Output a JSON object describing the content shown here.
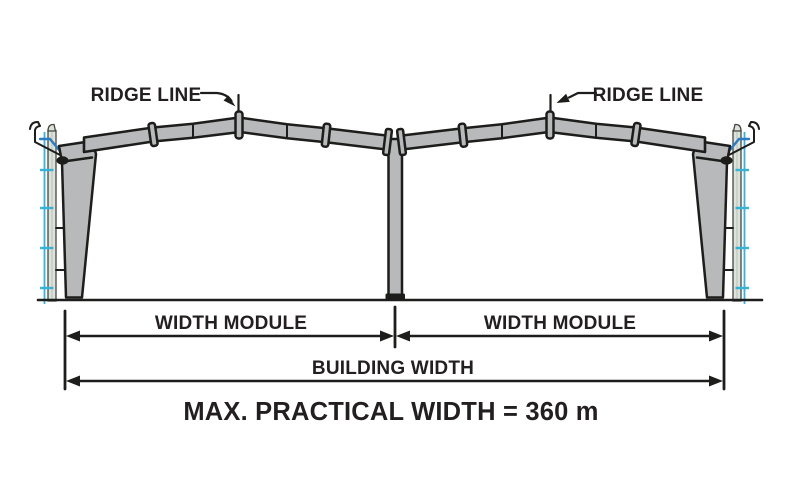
{
  "diagram": {
    "type": "pre-engineered-steel-building-cross-section",
    "labels": {
      "ridge_line_left": "RIDGE LINE",
      "ridge_line_right": "RIDGE LINE",
      "width_module_left": "WIDTH MODULE",
      "width_module_right": "WIDTH MODULE",
      "building_width": "BUILDING WIDTH",
      "max_practical_width": "MAX. PRACTICAL WIDTH = 360 m"
    },
    "values": {
      "max_practical_width_m": 360,
      "units": "m"
    },
    "colors": {
      "ink": "#1d1d1b",
      "steel_gray": "#b7b9ba",
      "sheeting_cyan": "#38b1d7",
      "brace_blue": "#2e7cc0",
      "panel_fill": "#dce2dc",
      "text": "#231f20",
      "background": "#ffffff"
    }
  }
}
